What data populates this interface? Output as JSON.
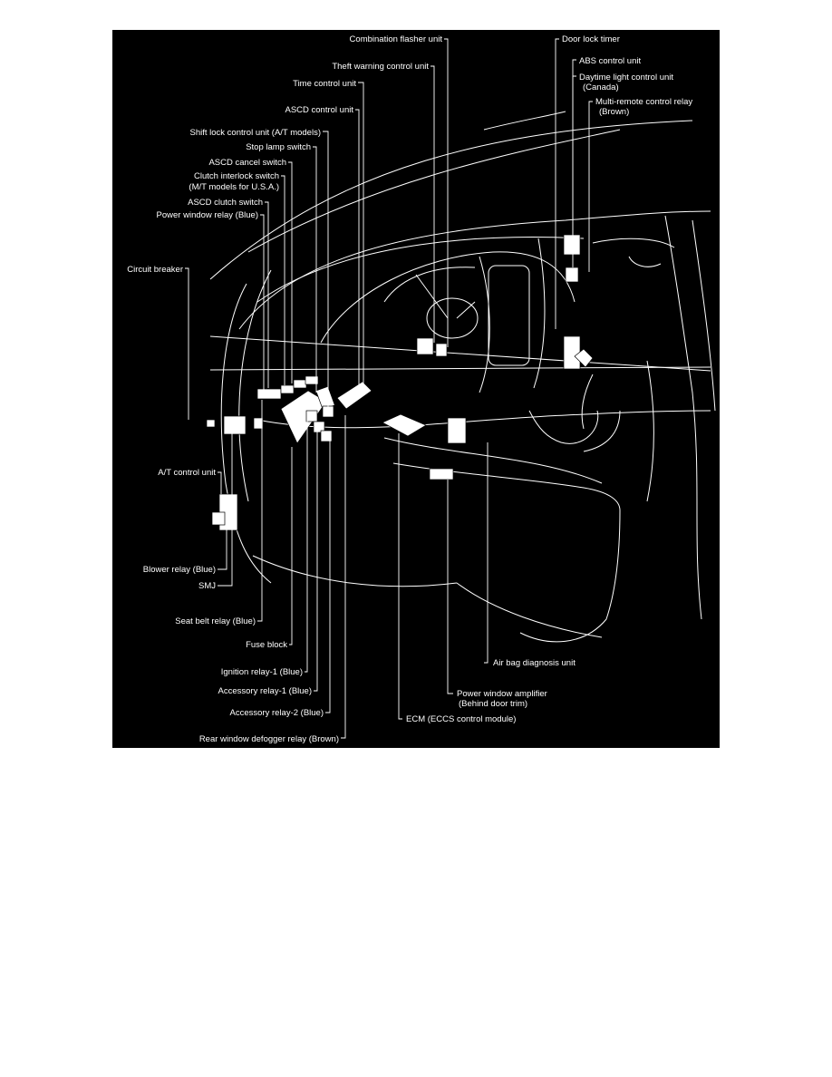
{
  "diagram": {
    "labels": {
      "combination_flasher_unit": "Combination flasher unit",
      "door_lock_timer": "Door lock timer",
      "abs_control_unit": "ABS control unit",
      "theft_warning_control_unit": "Theft warning control unit",
      "daytime_light_control_unit": "Daytime light control unit",
      "daytime_light_control_unit_note": "(Canada)",
      "time_control_unit": "Time control unit",
      "multi_remote_control_relay": "Multi-remote control relay",
      "multi_remote_control_relay_note": "(Brown)",
      "ascd_control_unit": "ASCD control unit",
      "shift_lock_control_unit": "Shift lock control unit (A/T models)",
      "stop_lamp_switch": "Stop lamp switch",
      "ascd_cancel_switch": "ASCD cancel switch",
      "clutch_interlock_switch": "Clutch interlock switch",
      "clutch_interlock_switch_note": "(M/T models for U.S.A.)",
      "ascd_clutch_switch": "ASCD clutch switch",
      "power_window_relay": "Power window relay (Blue)",
      "circuit_breaker": "Circuit breaker",
      "at_control_unit": "A/T control unit",
      "blower_relay": "Blower relay (Blue)",
      "smj": "SMJ",
      "seat_belt_relay": "Seat belt relay (Blue)",
      "fuse_block": "Fuse block",
      "ignition_relay_1": "Ignition relay-1 (Blue)",
      "accessory_relay_1": "Accessory relay-1 (Blue)",
      "accessory_relay_2": "Accessory relay-2 (Blue)",
      "rear_window_defogger_relay": "Rear window defogger relay (Brown)",
      "air_bag_diagnosis_unit": "Air bag diagnosis unit",
      "power_window_amplifier": "Power window amplifier",
      "power_window_amplifier_note": "(Behind door trim)",
      "ecm": "ECM (ECCS control module)"
    }
  }
}
